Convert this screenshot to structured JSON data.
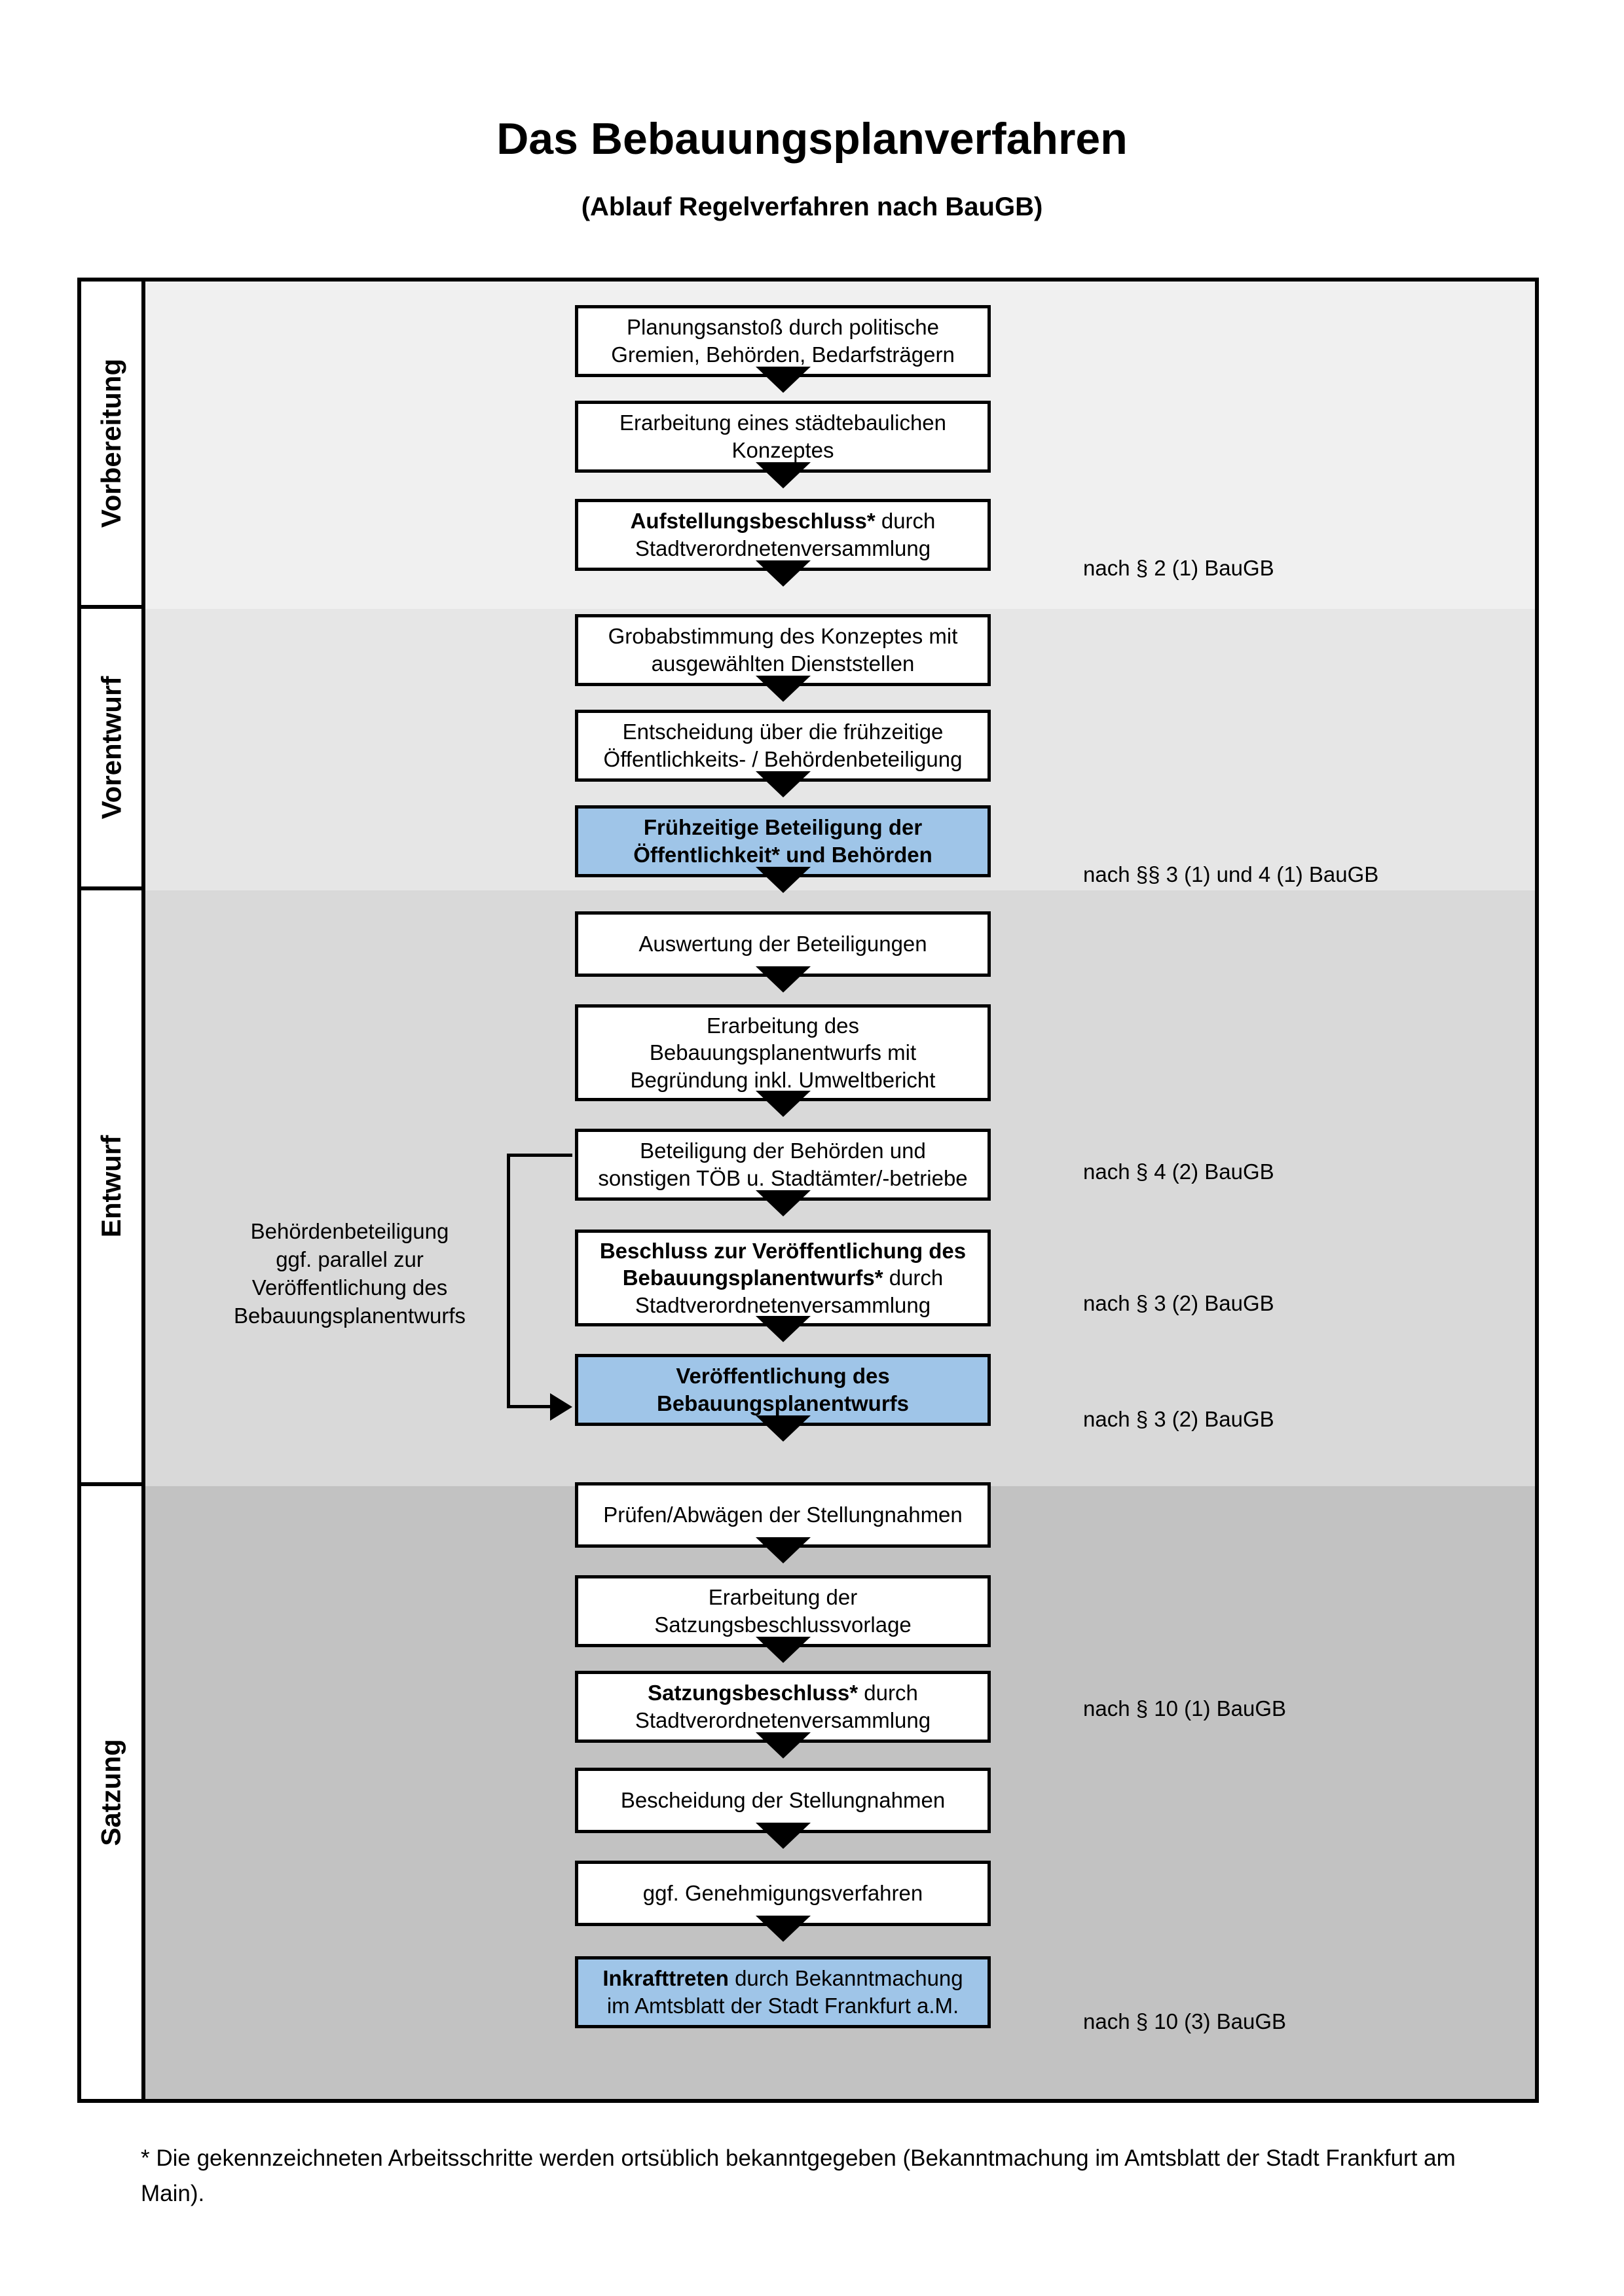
{
  "title": {
    "main": "Das Bebauungsplanverfahren",
    "sub": "(Ablauf Regelverfahren nach BauGB)"
  },
  "phases": [
    {
      "name": "Vorbereitung",
      "band_color": "#f0f0f0"
    },
    {
      "name": "Vorentwurf",
      "band_color": "#e6e6e6"
    },
    {
      "name": "Entwurf",
      "band_color": "#d9d9d9"
    },
    {
      "name": "Satzung",
      "band_color": "#c2c2c2"
    }
  ],
  "colors": {
    "highlight_blue": "#9fc5e8",
    "box_fill": "#ffffff",
    "stroke": "#000000"
  },
  "steps": [
    {
      "id": "planungsanstoss",
      "phase": "Vorbereitung",
      "highlight": false,
      "lines": [
        {
          "t": "Planungsanstoß durch politische",
          "b": false
        },
        {
          "t": "Gremien, Behörden, Bedarfsträgern",
          "b": false
        }
      ]
    },
    {
      "id": "staedtebauliches-konzept",
      "phase": "Vorbereitung",
      "highlight": false,
      "lines": [
        {
          "t": "Erarbeitung eines städtebaulichen",
          "b": false
        },
        {
          "t": "Konzeptes",
          "b": false
        }
      ]
    },
    {
      "id": "aufstellungsbeschluss",
      "phase": "Vorbereitung",
      "highlight": false,
      "lines": [
        {
          "t": "Aufstellungsbeschluss*",
          "b": true,
          "after": " durch"
        },
        {
          "t": "Stadtverordnetenversammlung",
          "b": false
        }
      ]
    },
    {
      "id": "grobabstimmung",
      "phase": "Vorentwurf",
      "highlight": false,
      "lines": [
        {
          "t": "Grobabstimmung des Konzeptes mit",
          "b": false
        },
        {
          "t": "ausgewählten Dienststellen",
          "b": false
        }
      ]
    },
    {
      "id": "entscheidung-fruehzeitige-beteiligung",
      "phase": "Vorentwurf",
      "highlight": false,
      "lines": [
        {
          "t": "Entscheidung über die frühzeitige",
          "b": false
        },
        {
          "t": "Öffentlichkeits- / Behördenbeteiligung",
          "b": false
        }
      ]
    },
    {
      "id": "fruehzeitige-beteiligung",
      "phase": "Vorentwurf",
      "highlight": true,
      "lines": [
        {
          "t": "Frühzeitige Beteiligung der",
          "b": true
        },
        {
          "t": "Öffentlichkeit* und Behörden",
          "b": true
        }
      ]
    },
    {
      "id": "auswertung-beteiligungen",
      "phase": "Entwurf",
      "highlight": false,
      "lines": [
        {
          "t": "Auswertung der Beteiligungen",
          "b": false
        }
      ]
    },
    {
      "id": "erarbeitung-bplanentwurf",
      "phase": "Entwurf",
      "highlight": false,
      "lines": [
        {
          "t": "Erarbeitung des",
          "b": false
        },
        {
          "t": "Bebauungsplanentwurfs mit",
          "b": false
        },
        {
          "t": "Begründung inkl. Umweltbericht",
          "b": false
        }
      ]
    },
    {
      "id": "beteiligung-behoerden-toeb",
      "phase": "Entwurf",
      "highlight": false,
      "lines": [
        {
          "t": "Beteiligung der Behörden und",
          "b": false
        },
        {
          "t": "sonstigen TÖB u. Stadtämter/-betriebe",
          "b": false
        }
      ]
    },
    {
      "id": "beschluss-veroeffentlichung",
      "phase": "Entwurf",
      "highlight": false,
      "lines": [
        {
          "t": "Beschluss zur Veröffentlichung des",
          "b": true
        },
        {
          "t": "Bebauungsplanentwurfs*",
          "b": true,
          "after": " durch"
        },
        {
          "t": "Stadtverordnetenversammlung",
          "b": false
        }
      ]
    },
    {
      "id": "veroeffentlichung-bplanentwurf",
      "phase": "Entwurf",
      "highlight": true,
      "lines": [
        {
          "t": "Veröffentlichung des",
          "b": true
        },
        {
          "t": "Bebauungsplanentwurfs",
          "b": true
        }
      ]
    },
    {
      "id": "pruefen-abwaegen",
      "phase": "Satzung",
      "highlight": false,
      "lines": [
        {
          "t": "Prüfen/Abwägen der Stellungnahmen",
          "b": false
        }
      ]
    },
    {
      "id": "satzungsbeschlussvorlage",
      "phase": "Satzung",
      "highlight": false,
      "lines": [
        {
          "t": "Erarbeitung der",
          "b": false
        },
        {
          "t": "Satzungsbeschlussvorlage",
          "b": false
        }
      ]
    },
    {
      "id": "satzungsbeschluss",
      "phase": "Satzung",
      "highlight": false,
      "lines": [
        {
          "t": "Satzungsbeschluss*",
          "b": true,
          "after": " durch"
        },
        {
          "t": "Stadtverordnetenversammlung",
          "b": false
        }
      ]
    },
    {
      "id": "bescheidung-stellungnahmen",
      "phase": "Satzung",
      "highlight": false,
      "lines": [
        {
          "t": "Bescheidung der Stellungnahmen",
          "b": false
        }
      ]
    },
    {
      "id": "genehmigungsverfahren",
      "phase": "Satzung",
      "highlight": false,
      "lines": [
        {
          "t": "ggf. Genehmigungsverfahren",
          "b": false
        }
      ]
    },
    {
      "id": "inkrafttreten",
      "phase": "Satzung",
      "highlight": true,
      "lines": [
        {
          "t": "Inkrafttreten",
          "b": true,
          "after": " durch Bekanntmachung"
        },
        {
          "t": "im Amtsblatt der Stadt Frankfurt a.M.",
          "b": false
        }
      ]
    }
  ],
  "references": [
    {
      "id": "ref-par2-1",
      "text": "nach § 2 (1) BauGB",
      "for": "aufstellungsbeschluss"
    },
    {
      "id": "ref-par3-4-1",
      "text": "nach §§ 3 (1) und 4 (1) BauGB",
      "for": "fruehzeitige-beteiligung"
    },
    {
      "id": "ref-par4-2",
      "text": "nach § 4 (2) BauGB",
      "for": "beteiligung-behoerden-toeb"
    },
    {
      "id": "ref-par3-2a",
      "text": "nach § 3 (2) BauGB",
      "for": "beschluss-veroeffentlichung"
    },
    {
      "id": "ref-par3-2b",
      "text": "nach § 3 (2) BauGB",
      "for": "veroeffentlichung-bplanentwurf"
    },
    {
      "id": "ref-par10-1",
      "text": "nach § 10 (1) BauGB",
      "for": "satzungsbeschluss"
    },
    {
      "id": "ref-par10-3",
      "text": "nach § 10 (3) BauGB",
      "for": "inkrafttreten"
    }
  ],
  "annotation": {
    "id": "behoerdenbeteiligung-parallel-note",
    "lines": [
      "Behördenbeteiligung",
      "ggf. parallel zur",
      "Veröffentlichung des",
      "Bebauungsplanentwurfs"
    ]
  },
  "footnote": {
    "text": "* Die gekennzeichneten Arbeitsschritte werden ortsüblich bekanntgegeben (Bekanntmachung im Amtsblatt  der Stadt Frankfurt am Main)."
  }
}
